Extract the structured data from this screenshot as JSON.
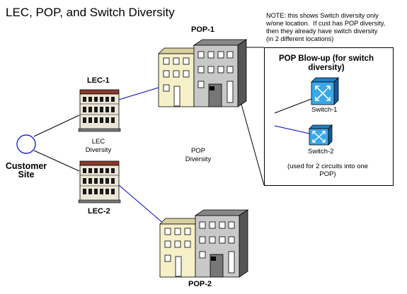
{
  "title": "LEC, POP, and Switch Diversity",
  "note": "NOTE: this shows Switch diversity only\nw/one location.  If cust has POP diversity,\nthen they already have switch diversity\n(in 2 different locations)",
  "pop1_label": "POP-1",
  "pop2_label": "POP-2",
  "lec1_label": "LEC-1",
  "lec2_label": "LEC-2",
  "customer_label": "Customer Site",
  "lec_diversity_label": "LEC Diversity",
  "pop_diversity_label": "POP Diversity",
  "blowup": {
    "title": "POP Blow-up (for switch diversity)",
    "switch1_label": "Switch-1",
    "switch2_label": "Switch-2",
    "note": "(used  for 2 circuits into one POP)"
  }
}
